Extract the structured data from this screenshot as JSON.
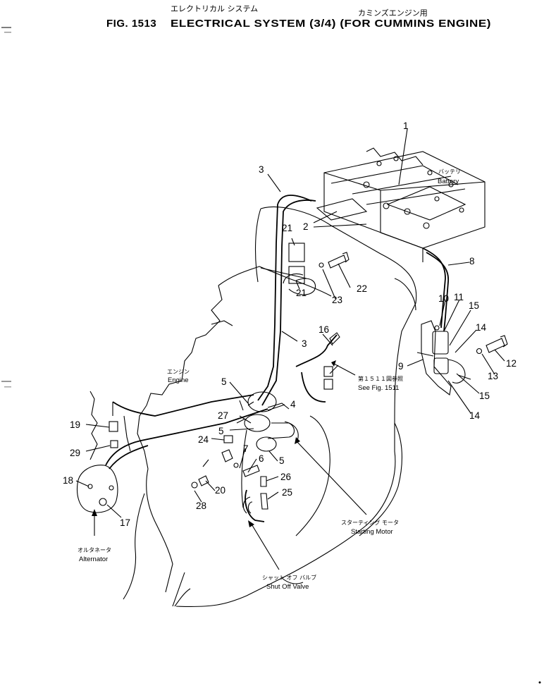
{
  "title": {
    "fig": "FIG. 1513",
    "text": "ELECTRICAL SYSTEM (3/4) (FOR CUMMINS ENGINE)",
    "jp_system": "エレクトリカル システム",
    "jp_engine": "カミンズエンジン用"
  },
  "labels": {
    "battery_jp": "バッテリ",
    "battery": "Battery",
    "engine_jp": "エンジン",
    "engine": "Engine",
    "see_fig_jp": "第１５１１図参照",
    "see_fig": "See Fig. 1511",
    "starting_motor_jp": "スターティング モータ",
    "starting_motor": "Starting Motor",
    "alternator_jp": "オルタネータ",
    "alternator": "Alternator",
    "shutoff_jp": "シャット オフ バルブ",
    "shutoff": "Shut Off Valve"
  },
  "callouts": [
    "1",
    "2",
    "3",
    "3",
    "4",
    "5",
    "5",
    "5",
    "6",
    "7",
    "8",
    "9",
    "10",
    "11",
    "12",
    "13",
    "14",
    "14",
    "15",
    "15",
    "16",
    "17",
    "18",
    "19",
    "20",
    "21",
    "21",
    "22",
    "23",
    "24",
    "25",
    "26",
    "27",
    "28",
    "29"
  ]
}
